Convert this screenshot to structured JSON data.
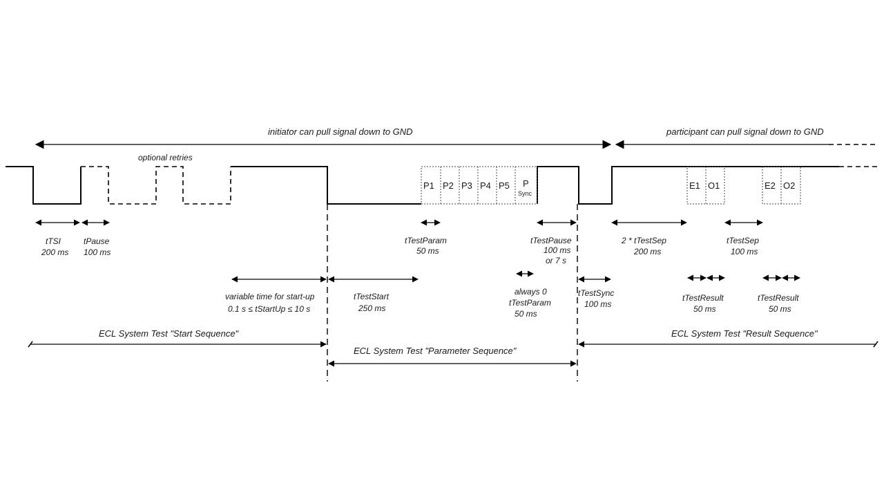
{
  "top": {
    "initiator": "initiator  can pull signal down to GND",
    "participant": "participant can pull signal down to GND"
  },
  "optional_retries": "optional retries",
  "pulses": {
    "p1": "P1",
    "p2": "P2",
    "p3": "P3",
    "p4": "P4",
    "p5": "P5",
    "p_sync_p": "P",
    "p_sync_sub": "Sync",
    "e1": "E1",
    "o1": "O1",
    "e2": "E2",
    "o2": "O2"
  },
  "timings": {
    "tsi": [
      "tTSI",
      "200 ms"
    ],
    "tpause": [
      "tPause",
      "100 ms"
    ],
    "ttestparam": [
      "tTestParam",
      "50 ms"
    ],
    "ttestpause": [
      "tTestPause",
      "100 ms",
      "or 7 s"
    ],
    "ttestsep2": [
      "2 * tTestSep",
      "200 ms"
    ],
    "ttestsep": [
      "tTestSep",
      "100 ms"
    ],
    "startup": [
      "variable time for start-up",
      "0.1 s ≤ tStartUp ≤ 10 s"
    ],
    "tteststart": [
      "tTestStart",
      "250 ms"
    ],
    "always0": [
      "always 0",
      "tTestParam",
      "50 ms"
    ],
    "ttestsync": [
      "tTestSync",
      "100 ms"
    ],
    "ttestresult1": [
      "tTestResult",
      "50 ms"
    ],
    "ttestresult2": [
      "tTestResult",
      "50 ms"
    ]
  },
  "sequences": {
    "start": "ECL System Test \"Start Sequence\"",
    "parameter": "ECL System Test \"Parameter Sequence\"",
    "result": "ECL System Test \"Result Sequence\""
  }
}
